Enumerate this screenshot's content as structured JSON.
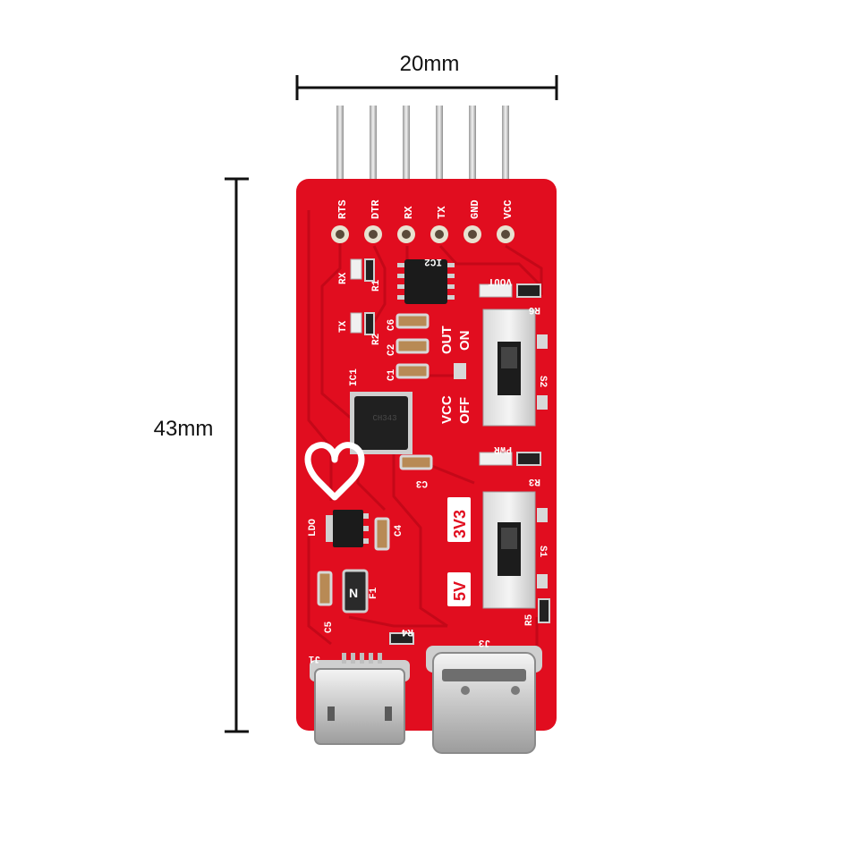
{
  "dimensions": {
    "width": "20mm",
    "height": "43mm"
  },
  "header_pins": [
    "RTS",
    "DTR",
    "RX",
    "TX",
    "GND",
    "VCC"
  ],
  "silkscreen": {
    "rx": "RX",
    "tx": "TX",
    "r1": "R1",
    "r2": "R2",
    "r3": "R3",
    "r4": "R4",
    "r5": "R5",
    "r6": "R6",
    "ic1": "IC1",
    "ic2": "IC2",
    "c1": "C1",
    "c2": "C2",
    "c3": "C3",
    "c4": "C4",
    "c5": "C5",
    "c6": "C6",
    "ldo": "LDO",
    "f1": "F1",
    "j1": "J1",
    "j3": "J3",
    "s1": "S1",
    "s2": "S2",
    "vout": "VOUT",
    "pwr": "PWR",
    "out": "OUT",
    "on": "ON",
    "vcc": "VCC",
    "off": "OFF",
    "v3": "3V3",
    "v5": "5V"
  },
  "colors": {
    "pcb": "#e10d1f",
    "silk": "#ffffff",
    "pin": "#d6d6d6",
    "dimension": "#111111"
  },
  "icons": [
    "heart-logo-icon"
  ]
}
